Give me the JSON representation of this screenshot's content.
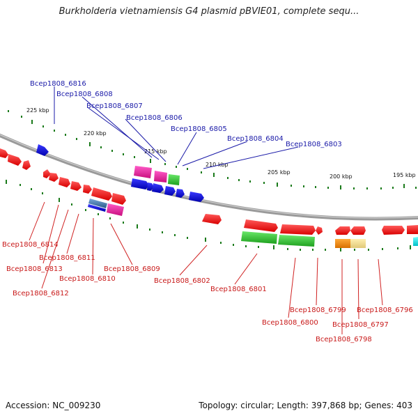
{
  "title": "Burkholderia vietnamiensis G4 plasmid pBVIE01, complete sequ...",
  "footer": {
    "accession": "Accession: NC_009230",
    "summary": "Topology: circular; Length: 397,868 bp; Genes: 403"
  },
  "scale_labels": [
    "225 kbp",
    "220 kbp",
    "215 kbp",
    "210 kbp",
    "205 kbp",
    "200 kbp",
    "195 kbp"
  ],
  "genes_top": [
    "Bcep1808_6816",
    "Bcep1808_6808",
    "Bcep1808_6807",
    "Bcep1808_6806",
    "Bcep1808_6805",
    "Bcep1808_6804",
    "Bcep1808_6803"
  ],
  "genes_bottom": [
    "Bcep1808_6814",
    "Bcep1808_6813",
    "Bcep1808_6812",
    "Bcep1808_6811",
    "Bcep1808_6810",
    "Bcep1808_6809",
    "Bcep1808_6802",
    "Bcep1808_6801",
    "Bcep1808_6800",
    "Bcep1808_6799",
    "Bcep1808_6798",
    "Bcep1808_6797",
    "Bcep1808_6796"
  ],
  "colors": {
    "blue_label": "#1a1aa8",
    "red_label": "#c81818",
    "red_gene": "#ee1111",
    "blue_gene": "#1a1adb",
    "magenta_gene": "#e0209a",
    "green_gene": "#2fc22f",
    "orange_gene": "#f08a10",
    "khaki_gene": "#f0d890",
    "cyan_gene": "#10e0e0",
    "steel_gene": "#4a7aaa",
    "backbone": "#8a8a8a",
    "tick_green": "#1a7a1a"
  }
}
